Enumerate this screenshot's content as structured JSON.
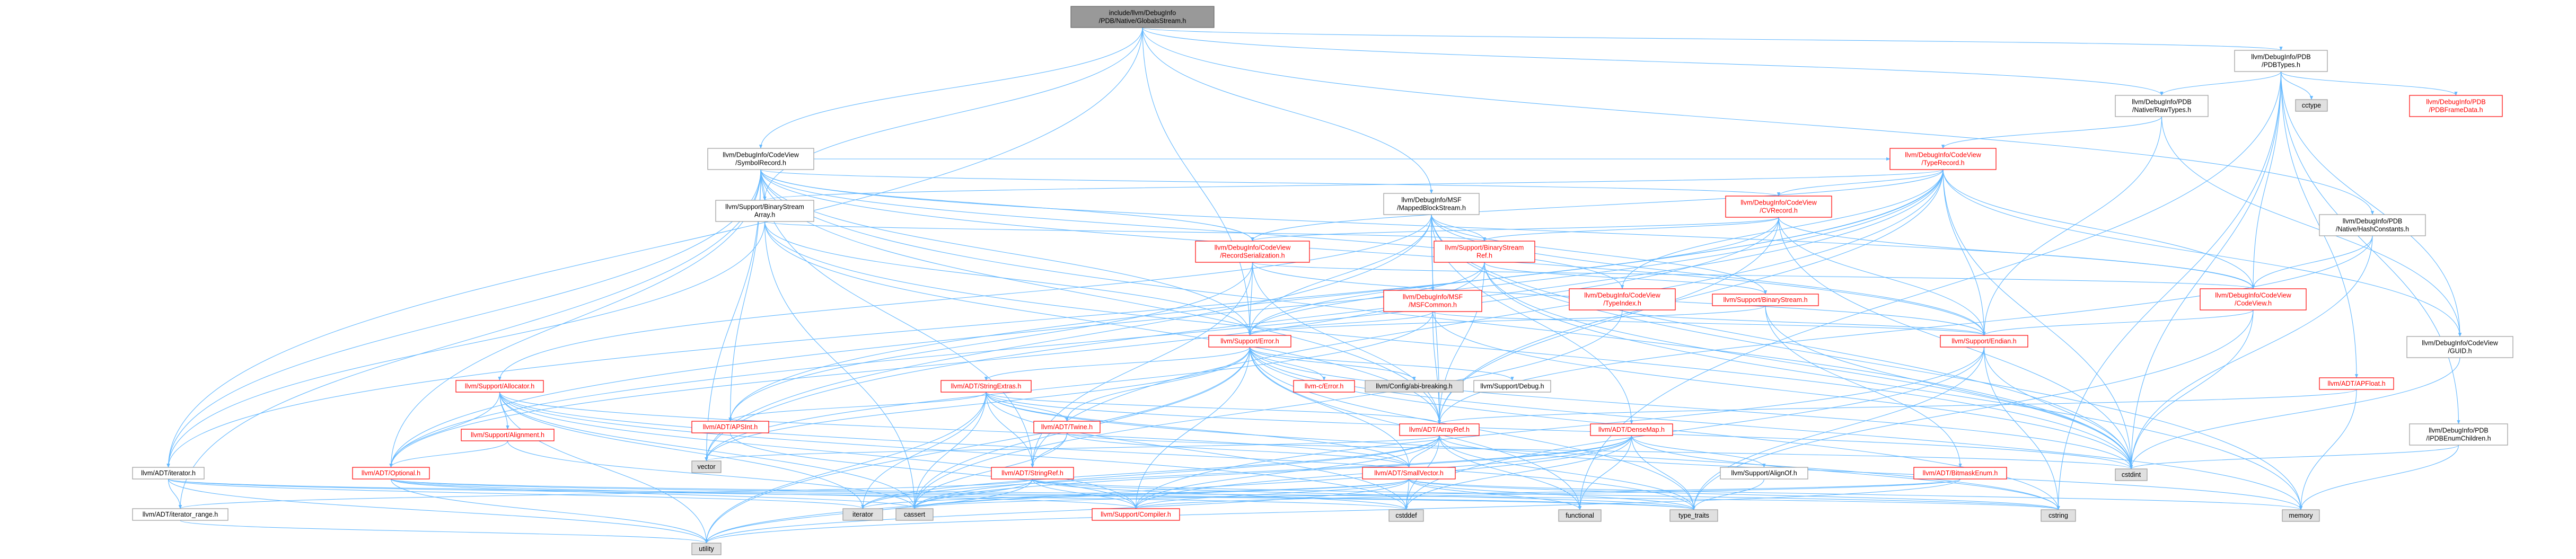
{
  "nodes": {
    "root": [
      "include/llvm/DebugInfo",
      "/PDB/Native/GlobalsStream.h"
    ],
    "pdbtypes": [
      "llvm/DebugInfo/PDB",
      "/PDBTypes.h"
    ],
    "cctype": [
      "cctype"
    ],
    "nativerawtypes": [
      "llvm/DebugInfo/PDB",
      "/Native/RawTypes.h"
    ],
    "pdbframedata": [
      "llvm/DebugInfo/PDB",
      "/PDBFrameData.h"
    ],
    "symbolrecord": [
      "llvm/DebugInfo/CodeView",
      "/SymbolRecord.h"
    ],
    "typerecord": [
      "llvm/DebugInfo/CodeView",
      "/TypeRecord.h"
    ],
    "mappedblockstream": [
      "llvm/DebugInfo/MSF",
      "/MappedBlockStream.h"
    ],
    "binarystreamarray": [
      "llvm/Support/BinaryStream",
      "Array.h"
    ],
    "cvrecord": [
      "llvm/DebugInfo/CodeView",
      "/CVRecord.h"
    ],
    "binarystreamref": [
      "llvm/Support/BinaryStream",
      "Ref.h"
    ],
    "recordserialization": [
      "llvm/DebugInfo/CodeView",
      "/RecordSerialization.h"
    ],
    "hashconstants": [
      "llvm/DebugInfo/PDB",
      "/Native/HashConstants.h"
    ],
    "msfcommon": [
      "llvm/DebugInfo/MSF",
      "/MSFCommon.h"
    ],
    "typeindex": [
      "llvm/DebugInfo/CodeView",
      "/TypeIndex.h"
    ],
    "binarystream": [
      "llvm/Support/BinaryStream.h"
    ],
    "codeview": [
      "llvm/DebugInfo/CodeView",
      "/CodeView.h"
    ],
    "error": [
      "llvm/Support/Error.h"
    ],
    "endian": [
      "llvm/Support/Endian.h"
    ],
    "guid": [
      "llvm/DebugInfo/CodeView",
      "/GUID.h"
    ],
    "allocator": [
      "llvm/Support/Allocator.h"
    ],
    "stringextras": [
      "llvm/ADT/StringExtras.h"
    ],
    "cerror": [
      "llvm-c/Error.h"
    ],
    "abibreaking": [
      "llvm/Config/abi-breaking.h"
    ],
    "debug": [
      "llvm/Support/Debug.h"
    ],
    "apfloat": [
      "llvm/ADT/APFloat.h"
    ],
    "alignment": [
      "llvm/Support/Alignment.h"
    ],
    "apsint": [
      "llvm/ADT/APSInt.h"
    ],
    "twine": [
      "llvm/ADT/Twine.h"
    ],
    "arrayref": [
      "llvm/ADT/ArrayRef.h"
    ],
    "densemap": [
      "llvm/ADT/DenseMap.h"
    ],
    "pdbenumchildren": [
      "llvm/DebugInfo/PDB",
      "/IPDBEnumChildren.h"
    ],
    "iterator": [
      "llvm/ADT/iterator.h"
    ],
    "optional": [
      "llvm/ADT/Optional.h"
    ],
    "vector": [
      "vector"
    ],
    "stringref": [
      "llvm/ADT/StringRef.h"
    ],
    "smallvector": [
      "llvm/ADT/SmallVector.h"
    ],
    "alignof": [
      "llvm/Support/AlignOf.h"
    ],
    "bitmaskenum": [
      "llvm/ADT/BitmaskEnum.h"
    ],
    "cstdint": [
      "cstdint"
    ],
    "iteratorrange": [
      "llvm/ADT/iterator_range.h"
    ],
    "iteratorstd": [
      "iterator"
    ],
    "cassert": [
      "cassert"
    ],
    "compiler": [
      "llvm/Support/Compiler.h"
    ],
    "cstddef": [
      "cstddef"
    ],
    "functional": [
      "functional"
    ],
    "typetraits": [
      "type_traits"
    ],
    "cstring": [
      "cstring"
    ],
    "memory": [
      "memory"
    ],
    "utility": [
      "utility"
    ]
  },
  "colors": {
    "edge": "#63b8ff",
    "root_fill": "#999999",
    "truncated_border": "#ff0000",
    "external_fill": "#e0e0e0"
  }
}
